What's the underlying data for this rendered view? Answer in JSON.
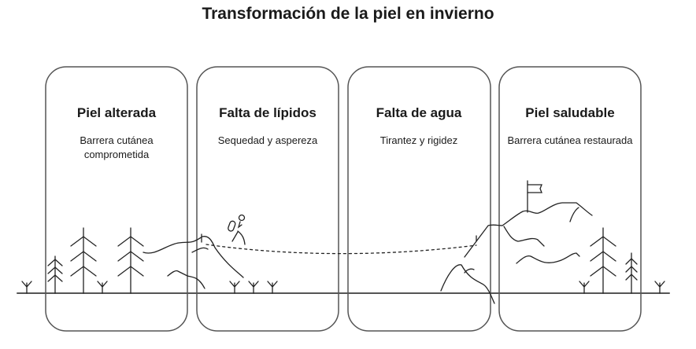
{
  "title": "Transformación de la piel en invierno",
  "stages": [
    {
      "title": "Piel alterada",
      "description": "Barrera cutánea comprometida"
    },
    {
      "title": "Falta de lípidos",
      "description": "Sequedad y aspereza"
    },
    {
      "title": "Falta de agua",
      "description": "Tirantez y rigidez"
    },
    {
      "title": "Piel saludable",
      "description": "Barrera cutánea restaurada"
    }
  ],
  "colors": {
    "stroke": "#222222",
    "box": "#555555"
  }
}
